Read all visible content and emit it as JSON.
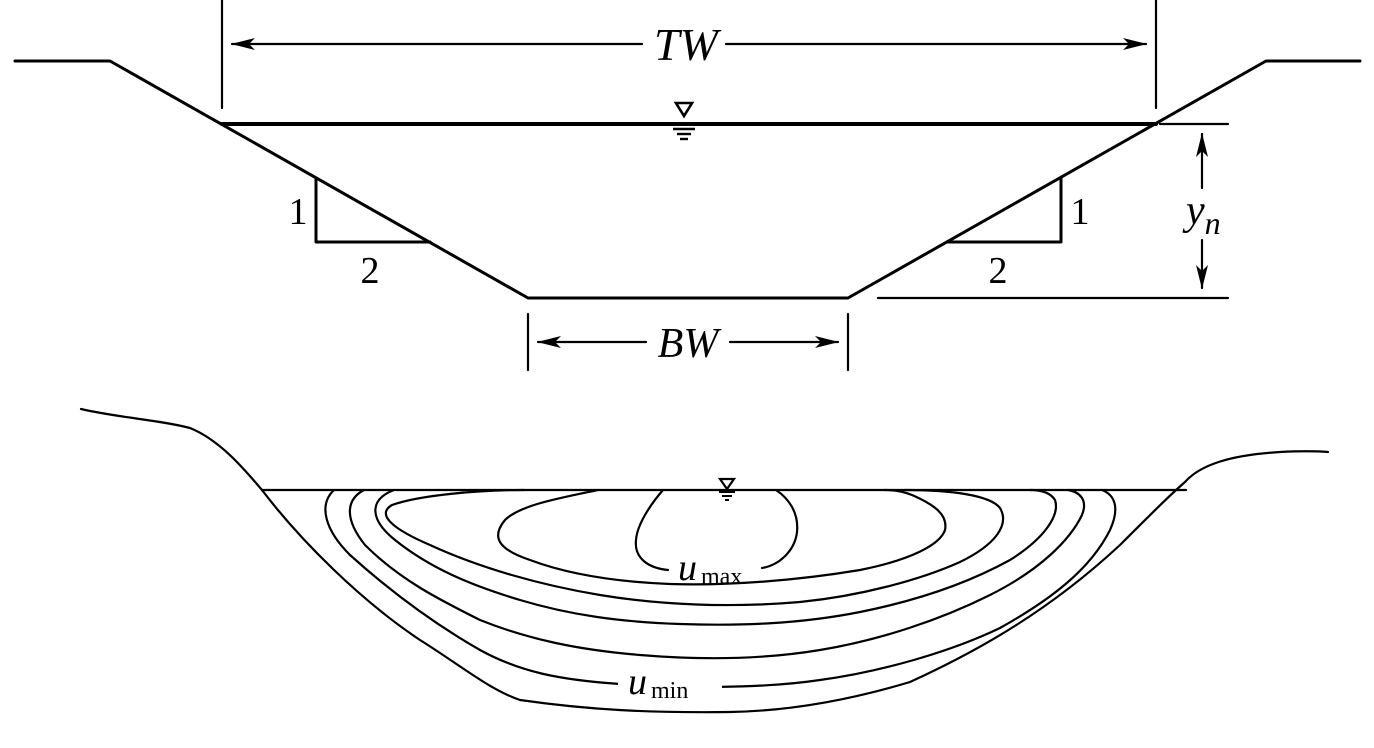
{
  "labels": {
    "top_width": "TW",
    "bottom_width": "BW",
    "depth_symbol": "y",
    "depth_subscript": "n",
    "slope_rise_left": "1",
    "slope_run_left": "2",
    "slope_rise_right": "1",
    "slope_run_right": "2",
    "velocity_symbol": "u",
    "max_subscript": "max",
    "min_subscript": "min"
  }
}
